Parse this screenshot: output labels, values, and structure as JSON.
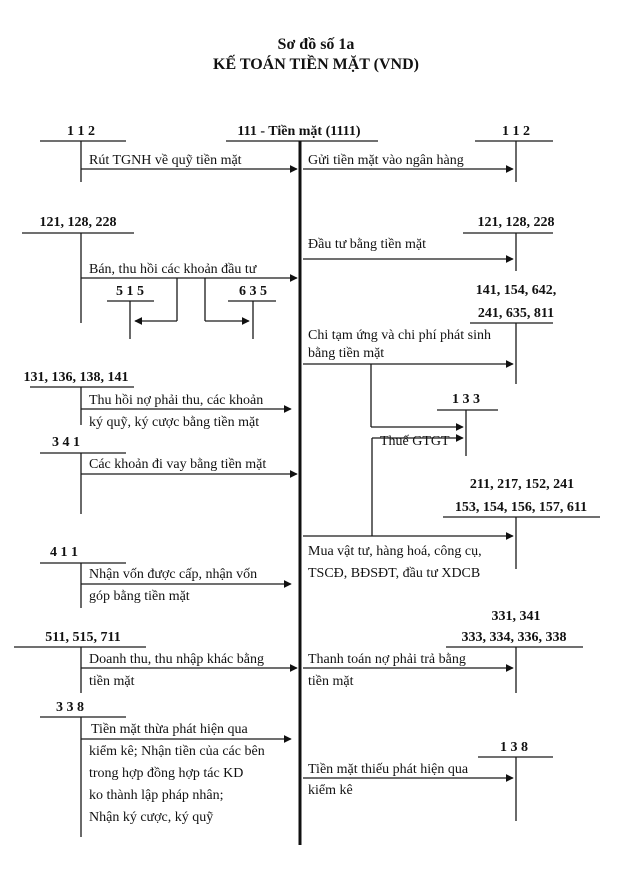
{
  "title": {
    "line1": "Sơ đồ số 1a",
    "line2": "KẾ TOÁN TIỀN MẶT (VND)"
  },
  "center_account": "111 - Tiền mặt (1111)",
  "accounts": {
    "l112": "1 1 2",
    "r112": "1 1 2",
    "l121": "121, 128, 228",
    "r121": "121, 128, 228",
    "a515": "5 1 5",
    "a635": "6 3 5",
    "r141_line1": "141, 154, 642,",
    "r141_line2": "241, 635, 811",
    "l131": "131, 136, 138, 141",
    "a133": "1 3 3",
    "l341": "3 4 1",
    "r211_line1": "211, 217, 152, 241",
    "r211_line2": "153, 154, 156, 157, 611",
    "l411": "4 1 1",
    "l511": "511, 515, 711",
    "r331_line1": "331, 341",
    "r331_line2": "333, 334, 336, 338",
    "l338": "3 3 8",
    "r138": "1 3 8"
  },
  "labels": {
    "rut_tgnh": "Rút TGNH về quỹ tiền mặt",
    "gui_tien": "Gửi tiền mặt vào ngân hàng",
    "dau_tu": "Đầu tư bằng tiền mặt",
    "ban_thu_hoi": "Bán, thu hồi các khoản đầu tư",
    "chi_tam_ung_1": "Chi tạm ứng và chi phí phát sinh",
    "chi_tam_ung_2": "bằng tiền mặt",
    "thu_hoi_no_1": "Thu hồi nợ phải thu, các khoản",
    "thu_hoi_no_2": "ký quỹ, ký cược bằng tiền mặt",
    "thue_gtgt": "Thuế GTGT",
    "di_vay": "Các khoản đi vay bằng tiền mặt",
    "mua_vat_tu_1": "Mua vật tư, hàng hoá, công cụ,",
    "mua_vat_tu_2": "TSCĐ, BĐSĐT, đầu tư XDCB",
    "nhan_von_1": "Nhận vốn được cấp, nhận vốn",
    "nhan_von_2": "góp bằng tiền mặt",
    "doanh_thu_1": "Doanh thu, thu nhập khác bằng",
    "doanh_thu_2": "tiền mặt",
    "thanh_toan_1": "Thanh toán nợ phải trả bằng",
    "thanh_toan_2": "tiền mặt",
    "tien_thua_1": "Tiền mặt thừa phát hiện qua",
    "tien_thua_2": "kiểm kê; Nhận tiền của các bên",
    "tien_thua_3": "trong hợp đồng hợp tác KD",
    "tien_thua_4": "ko thành lập pháp nhân;",
    "tien_thua_5": "Nhận ký cược, ký quỹ",
    "tien_thieu_1": "Tiền mặt thiếu phát hiện qua",
    "tien_thieu_2": "kiểm kê"
  }
}
